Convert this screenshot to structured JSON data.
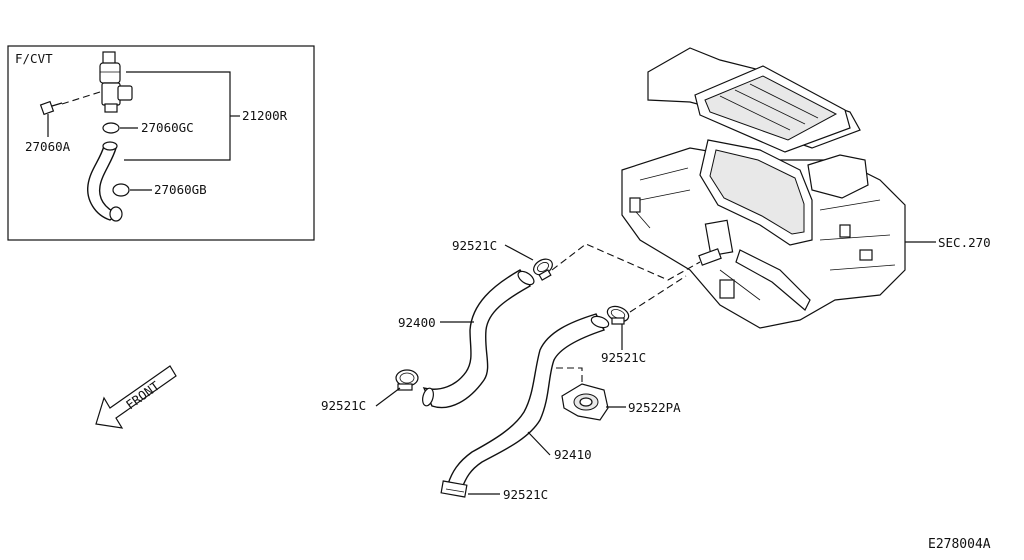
{
  "inset": {
    "title": "F/CVT",
    "labels": {
      "bleeder": "27060A",
      "clamp_c": "27060GC",
      "clamp_b": "27060GB",
      "valve_assy": "21200R"
    }
  },
  "main": {
    "labels": {
      "clamp_upper_left": "92521C",
      "hose_inlet": "92400",
      "clamp_right": "92521C",
      "clamp_lower_left": "92521C",
      "bracket": "92522PA",
      "hose_outlet": "92410",
      "clamp_bottom": "92521C",
      "heater_unit_ref": "SEC.270"
    },
    "direction_label": "FRONT"
  },
  "figure_code": "E278004A"
}
